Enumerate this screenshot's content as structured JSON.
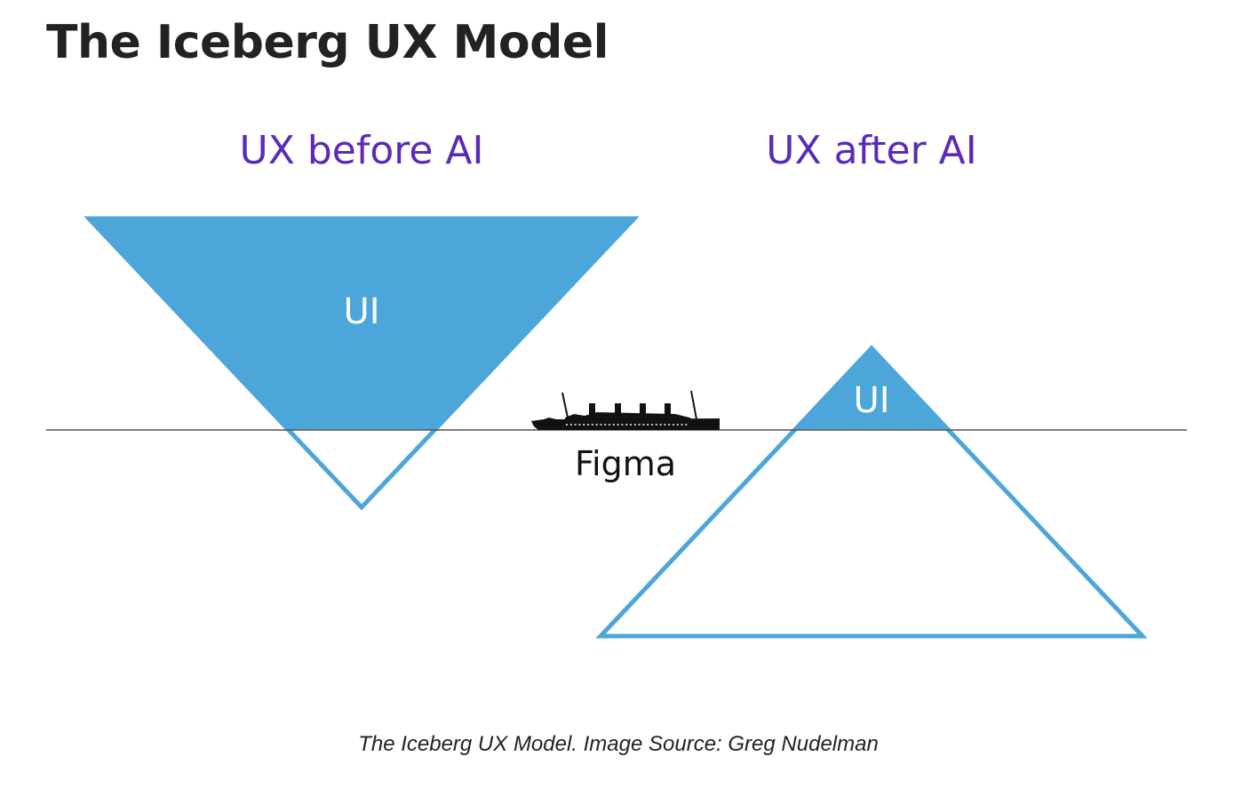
{
  "page": {
    "title": "The Iceberg UX Model",
    "caption": "The Iceberg UX Model. Image Source: Greg Nudelman"
  },
  "diagram": {
    "colors": {
      "iceberg_fill": "#4da6d9",
      "iceberg_stroke": "#4da6d9",
      "heading": "#5b2bb8",
      "waterline": "#555555",
      "ship": "#111111"
    },
    "panels": [
      {
        "heading": "UX before AI",
        "iceberg_label": "UI",
        "description": "Inverted iceberg: large UI portion above the waterline, small portion below"
      },
      {
        "heading": "UX after AI",
        "iceberg_label": "UI",
        "description": "Upright iceberg: small UI tip above the waterline, large portion below"
      }
    ],
    "ship": {
      "icon": "ship-icon",
      "label": "Figma"
    }
  }
}
